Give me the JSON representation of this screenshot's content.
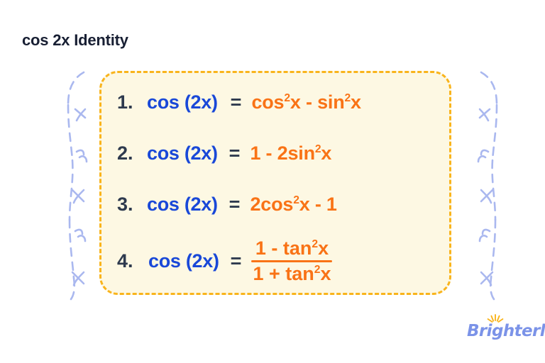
{
  "page": {
    "title": "cos 2x Identity",
    "background_color": "#ffffff"
  },
  "card": {
    "background_color": "#fdf8e3",
    "border_color": "#f9b41c",
    "border_style": "dashed"
  },
  "colors": {
    "title_navy": "#181f33",
    "number_navy": "#2e3a4e",
    "lhs_blue": "#1948d8",
    "rhs_orange": "#f97316",
    "decoration_blue": "#aab8ef",
    "logo_blue": "#7b93e8",
    "logo_sun": "#f9b41c"
  },
  "identities": [
    {
      "number": "1.",
      "lhs": "cos (2x)",
      "equals": "=",
      "rhs_kind": "inline",
      "rhs_parts": [
        {
          "text": "cos"
        },
        {
          "text": "2",
          "sup": true
        },
        {
          "text": "x - sin"
        },
        {
          "text": "2",
          "sup": true
        },
        {
          "text": "x"
        }
      ],
      "rhs_plain": "cos²x - sin²x"
    },
    {
      "number": "2.",
      "lhs": "cos (2x)",
      "equals": "=",
      "rhs_kind": "inline",
      "rhs_parts": [
        {
          "text": "1 - 2sin"
        },
        {
          "text": "2",
          "sup": true
        },
        {
          "text": "x"
        }
      ],
      "rhs_plain": "1 - 2sin²x"
    },
    {
      "number": "3.",
      "lhs": "cos (2x)",
      "equals": "=",
      "rhs_kind": "inline",
      "rhs_parts": [
        {
          "text": "2cos"
        },
        {
          "text": "2",
          "sup": true
        },
        {
          "text": "x - 1"
        }
      ],
      "rhs_plain": "2cos²x - 1"
    },
    {
      "number": "4.",
      "lhs": "cos (2x)",
      "equals": "=",
      "rhs_kind": "fraction",
      "numerator_plain": "1 - tan²x",
      "denominator_plain": "1 + tan²x",
      "numerator_parts": [
        {
          "text": "1 - tan"
        },
        {
          "text": "2",
          "sup": true
        },
        {
          "text": "x"
        }
      ],
      "denominator_parts": [
        {
          "text": "1 + tan"
        },
        {
          "text": "2",
          "sup": true
        },
        {
          "text": "x"
        }
      ]
    }
  ],
  "logo": {
    "wordmark": "Brighterly",
    "sunburst_icon": "sunburst-icon"
  },
  "decoration": {
    "left_icon": "squiggle-bracket-left",
    "right_icon": "squiggle-bracket-right"
  }
}
